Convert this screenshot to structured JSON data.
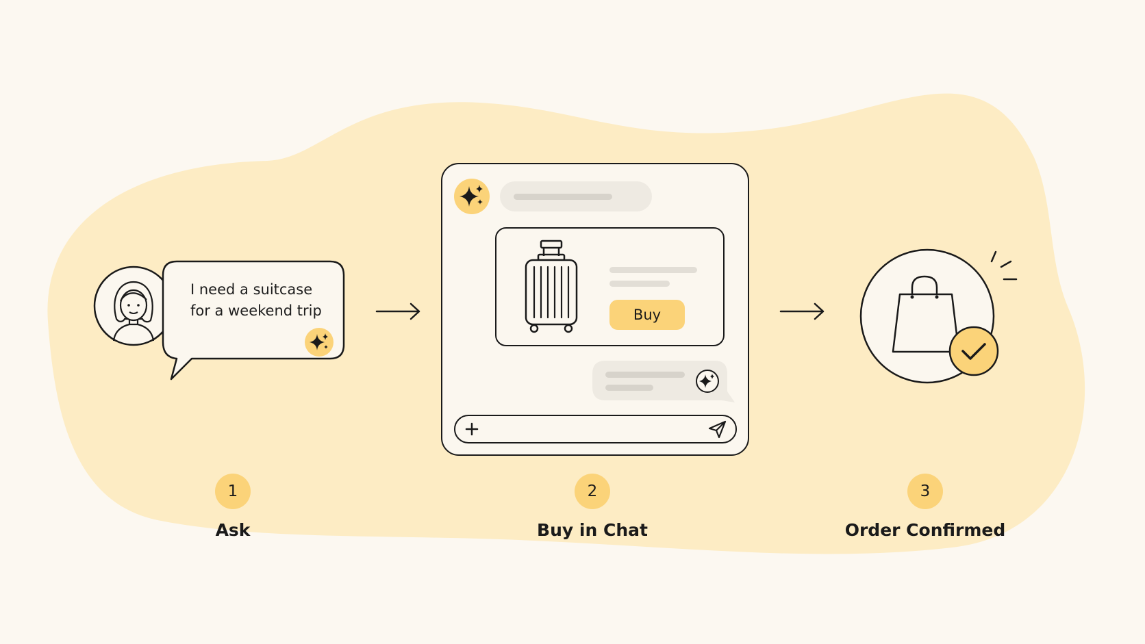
{
  "colors": {
    "background": "#fcf8f1",
    "blob": "#fdecc4",
    "accent": "#fbd379",
    "ink": "#1a1a1a",
    "placeholder": "#d7d3cb"
  },
  "steps": [
    {
      "number": "1",
      "label": "Ask"
    },
    {
      "number": "2",
      "label": "Buy in Chat"
    },
    {
      "number": "3",
      "label": "Order Confirmed"
    }
  ],
  "ask": {
    "message": "I need a suitcase\nfor a weekend trip"
  },
  "chat": {
    "buy_label": "Buy"
  },
  "icons": {
    "user": "woman-avatar-icon",
    "ai": "sparkle-icon",
    "product": "suitcase-icon",
    "attach": "plus-icon",
    "send": "send-icon",
    "order": "shopping-bag-icon",
    "confirm": "checkmark-icon"
  }
}
